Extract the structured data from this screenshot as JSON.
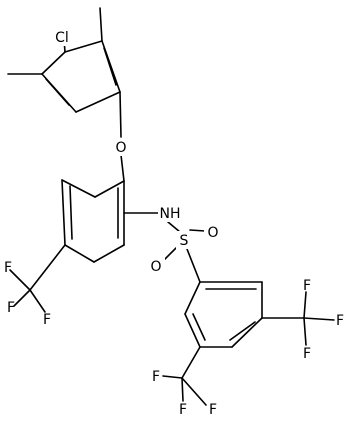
{
  "molecule": {
    "atom_labels": {
      "chlorine": "Cl",
      "ether_oxygen": "O",
      "amine": "NH",
      "sulfur": "S",
      "sulfonyl_oxygen_1": "O",
      "sulfonyl_oxygen_2": "O",
      "fluorine": "F"
    }
  }
}
